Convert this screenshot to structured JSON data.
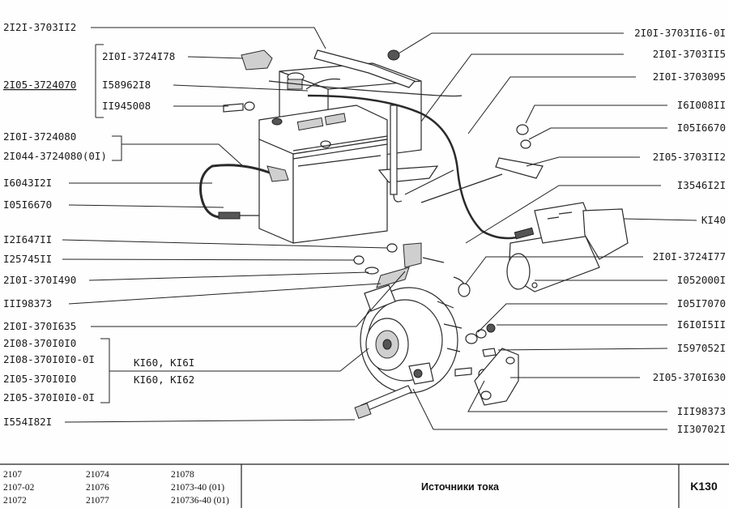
{
  "labels_left": [
    {
      "text": "2I2I-3703II2"
    },
    {
      "text": "2I0I-3724I78"
    },
    {
      "text": "2I05-3724070"
    },
    {
      "text": "I58962I8"
    },
    {
      "text": "II945008"
    },
    {
      "text": "2I0I-3724080"
    },
    {
      "text": "2I044-3724080(0I)"
    },
    {
      "text": "I6043I2I"
    },
    {
      "text": "I05I6670"
    },
    {
      "text": "I2I647II"
    },
    {
      "text": "I25745II"
    },
    {
      "text": "2I0I-370I490"
    },
    {
      "text": "III98373"
    },
    {
      "text": "2I0I-370I635"
    },
    {
      "text": "2I08-370I0I0"
    },
    {
      "text": "2I08-370I0I0-0I"
    },
    {
      "text": "2I05-370I0I0"
    },
    {
      "text": "2I05-370I0I0-0I"
    },
    {
      "text": "I554I82I"
    }
  ],
  "labels_mid": [
    {
      "text": "KI60, KI6I"
    },
    {
      "text": "KI60, KI62"
    }
  ],
  "labels_right": [
    {
      "text": "2I0I-3703II6-0I"
    },
    {
      "text": "2I0I-3703II5"
    },
    {
      "text": "2I0I-3703095"
    },
    {
      "text": "I6I008II"
    },
    {
      "text": "I05I6670"
    },
    {
      "text": "2I05-3703II2"
    },
    {
      "text": "I3546I2I"
    },
    {
      "text": "KI40"
    },
    {
      "text": "2I0I-3724I77"
    },
    {
      "text": "I052000I"
    },
    {
      "text": "I05I7070"
    },
    {
      "text": "I6I0I5II"
    },
    {
      "text": "I597052I"
    },
    {
      "text": "2I05-370I630"
    },
    {
      "text": "III98373"
    },
    {
      "text": "II30702I"
    }
  ],
  "footer": {
    "models": [
      "2107",
      "21074",
      "21078",
      "2107-02",
      "21076",
      "21073-40 (01)",
      "21072",
      "21077",
      "210736-40 (01)"
    ],
    "title": "Источники тока",
    "code": "K130"
  }
}
